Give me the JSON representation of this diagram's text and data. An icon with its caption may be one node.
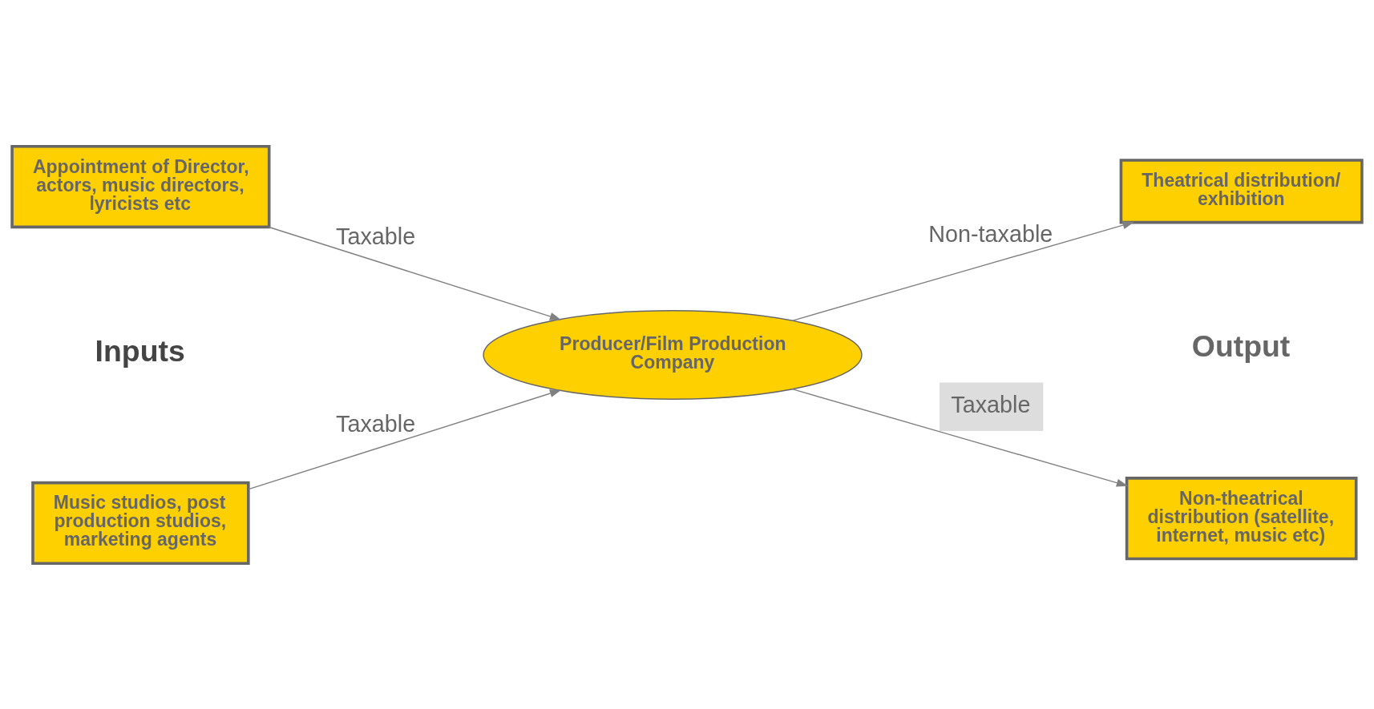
{
  "diagram": {
    "nodes": [
      {
        "text": [
          "Appointment of Director, actors, music directors, lyricists etc"
        ]
      },
      {
        "text": [
          "Theatrical distribution/ exhibition"
        ]
      },
      {
        "text": [
          "Producer/Film Production Company"
        ]
      },
      {
        "text": [
          "Music studios, post production studios, marketing agents"
        ]
      },
      {
        "text": [
          "Non-theatrical distribution (satellite, internet, music etc)"
        ]
      }
    ],
    "edges": [
      {
        "from": 0,
        "to": 2,
        "arrow": "to",
        "label": "Taxable"
      },
      {
        "from": 2,
        "to": 1,
        "arrow": "to",
        "label": "Non-taxable"
      },
      {
        "from": 3,
        "to": 2,
        "arrow": "to",
        "label": "Taxable"
      },
      {
        "from": 2,
        "to": 4,
        "arrow": "to",
        "label": "Taxable"
      }
    ],
    "labels": [
      "Inputs",
      "Output"
    ]
  }
}
